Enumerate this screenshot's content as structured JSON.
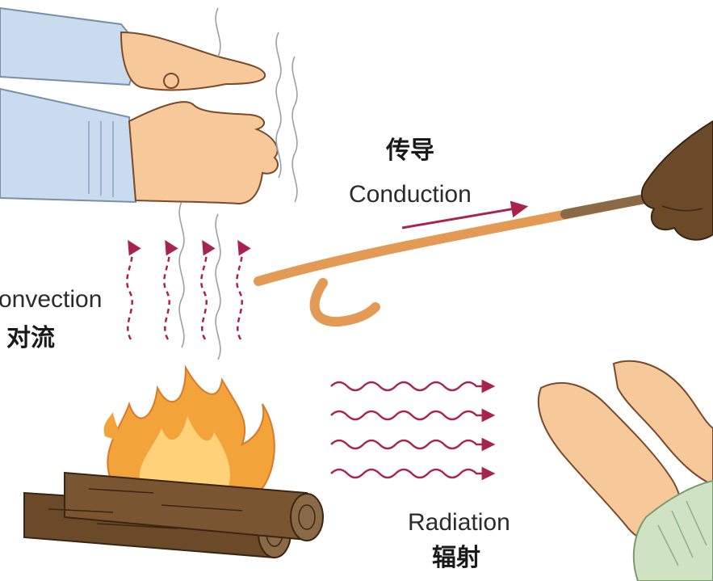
{
  "labels": {
    "conduction_cn": "传导",
    "conduction_en": "Conduction",
    "convection_en": "onvection",
    "convection_cn": "对流",
    "radiation_en": "Radiation",
    "radiation_cn": "辐射"
  },
  "colors": {
    "arrow": "#a8244e",
    "flame_outer": "#f2a33a",
    "flame_inner": "#ffd27a",
    "log": "#6b4a2a",
    "log_end": "#8a6a46",
    "skin": "#f7c99a",
    "skin_dark": "#5a3a22",
    "sleeve_blue": "#c9dcef",
    "stick": "#e39a55"
  },
  "icons": {
    "fire": "campfire-icon",
    "hand": "hand-icon"
  }
}
